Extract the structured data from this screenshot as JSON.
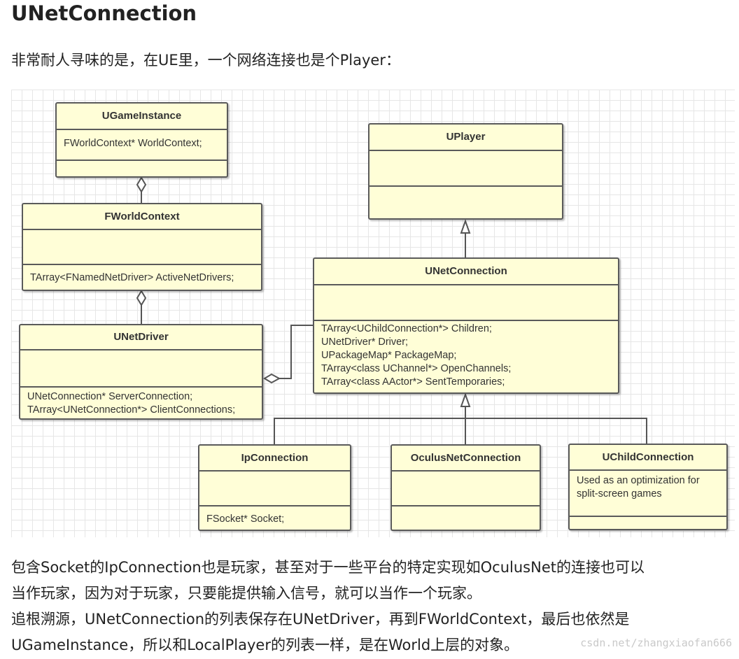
{
  "heading": "UNetConnection",
  "intro": "非常耐人寻味的是，在UE里，一个网络连接也是个Player：",
  "diagram": {
    "classes": {
      "ugameinstance": {
        "name": "UGameInstance",
        "attrs": [
          "FWorldContext* WorldContext;"
        ]
      },
      "fworldcontext": {
        "name": "FWorldContext",
        "attrs": [
          "TArray<FNamedNetDriver> ActiveNetDrivers;"
        ]
      },
      "unetdriver": {
        "name": "UNetDriver",
        "attrs": [
          "UNetConnection* ServerConnection;",
          "TArray<UNetConnection*> ClientConnections;"
        ]
      },
      "uplayer": {
        "name": "UPlayer",
        "attrs": []
      },
      "unetconnection": {
        "name": "UNetConnection",
        "attrs": [
          "TArray<UChildConnection*> Children;",
          "UNetDriver* Driver;",
          "UPackageMap* PackageMap;",
          "TArray<class UChannel*> OpenChannels;",
          "TArray<class AActor*> SentTemporaries;"
        ]
      },
      "ipconnection": {
        "name": "IpConnection",
        "attrs": [
          "FSocket* Socket;"
        ]
      },
      "oculusnetconnection": {
        "name": "OculusNetConnection",
        "attrs": []
      },
      "uchildconnection": {
        "name": "UChildConnection",
        "note": [
          "Used as an optimization for",
          "split-screen games"
        ]
      }
    }
  },
  "body": [
    "包含Socket的IpConnection也是玩家，甚至对于一些平台的特定实现如OculusNet的连接也可以",
    "当作玩家，因为对于玩家，只要能提供输入信号，就可以当作一个玩家。",
    "追根溯源，UNetConnection的列表保存在UNetDriver，再到FWorldContext，最后也依然是",
    "UGameInstance，所以和LocalPlayer的列表一样，是在World上层的对象。"
  ],
  "watermark": "csdn.net/zhangxiaofan666"
}
